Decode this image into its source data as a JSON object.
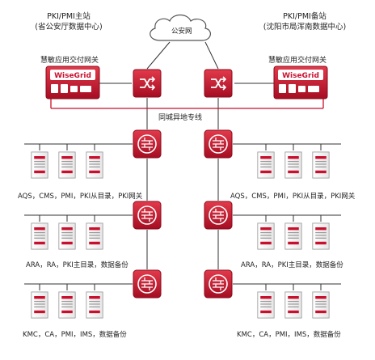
{
  "cloud": {
    "label": "公安网"
  },
  "primary_site": {
    "title": "PKI/PMI主站",
    "subtitle": "(省公安厅数据中心)",
    "gateway_label": "慧敏应用交付网关"
  },
  "backup_site": {
    "title": "PKI/PMI备站",
    "subtitle": "(沈阳市局浑南数据中心)",
    "gateway_label": "慧敏应用交付网关"
  },
  "gateway_brand": "WiseGrid",
  "link_label": "同城异地专线",
  "left_rows": [
    {
      "label": "AQS，CMS，PMI，PKI从目录，PKI网关"
    },
    {
      "label": "ARA，RA，PKI主目录，数据备份"
    },
    {
      "label": "KMC，CA，PMI，IMS，数据备份"
    }
  ],
  "right_rows": [
    {
      "label": "AQS，CMS，PMI，PKI从目录，PKI网关"
    },
    {
      "label": "ARA，RA，PKI主目录，数据备份"
    },
    {
      "label": "KMC，CA，PMI，IMS，数据备份"
    }
  ],
  "colors": {
    "accent": "#c8102e",
    "line": "#333333",
    "server_fill": "#f4f4f4"
  }
}
